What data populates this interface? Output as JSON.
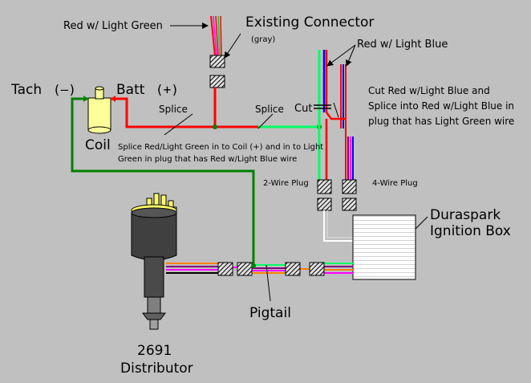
{
  "colors": {
    "background": "#c0c0c0",
    "red": "#ff0000",
    "light_green": "#00ff66",
    "dark_green": "#008000",
    "blue": "#0000ff",
    "orange": "#ff8000",
    "magenta": "#ff00ff",
    "purple": "#800080",
    "white": "#ffffff",
    "black": "#000000",
    "coil": "#ffff99"
  },
  "labels": {
    "red_light_green": "Red w/ Light Green",
    "existing_connector": "Existing  Connector",
    "gray": "(gray)",
    "red_light_blue": "Red w/ Light Blue",
    "tach": "Tach",
    "tach_sign": "(–)",
    "batt": "Batt",
    "batt_sign": "(+)",
    "coil": "Coil",
    "splice_left": "Splice",
    "splice_right": "Splice",
    "cut": "Cut",
    "cut_note_1": "Cut Red w/Light Blue and",
    "cut_note_2": "Splice into Red w/Light Blue in",
    "cut_note_3": "plug that has Light Green wire",
    "splice_note_1": "Splice Red/Light Green in to Coil (+) and in to Light",
    "splice_note_2": "Green in plug that has Red w/Light Blue wire",
    "two_wire_plug": "2-Wire Plug",
    "four_wire_plug": "4-Wire Plug",
    "duraspark_1": "Duraspark",
    "duraspark_2": "Ignition  Box",
    "pigtail": "Pigtail",
    "distributor_number": "2691",
    "distributor": "Distributor"
  }
}
